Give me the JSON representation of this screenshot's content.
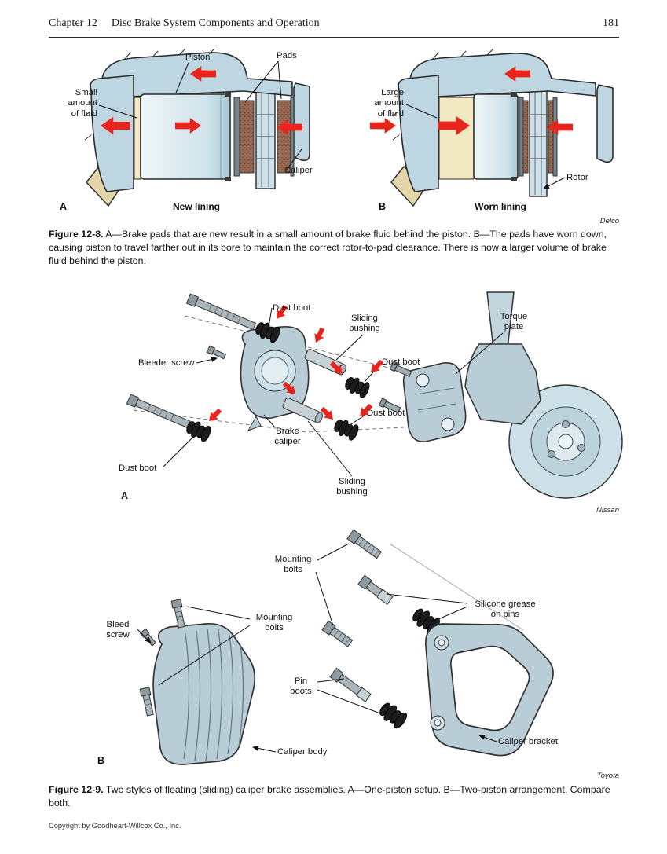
{
  "header": {
    "chapter": "Chapter 12",
    "title": "Disc Brake System Components and Operation",
    "page_number": "181"
  },
  "figure_12_8": {
    "credit": "Delco",
    "caption_label": "Figure 12-8.",
    "caption_text": " A—Brake pads that are new result in a small amount of brake fluid behind the piston. B—The pads have worn down, causing piston to travel farther out in its bore to maintain the correct rotor-to-pad clearance. There is now a larger volume of brake fluid behind the piston.",
    "panel_a": {
      "letter": "A",
      "title": "New lining",
      "labels": {
        "piston": "Piston",
        "pads": "Pads",
        "fluid": "Small\namount\nof fluid",
        "caliper": "Caliper"
      }
    },
    "panel_b": {
      "letter": "B",
      "title": "Worn lining",
      "labels": {
        "fluid": "Large\namount\nof fluid",
        "rotor": "Rotor"
      }
    }
  },
  "figure_12_9": {
    "caption_label": "Figure 12-9.",
    "caption_text": " Two styles of floating (sliding) caliper brake assemblies. A—One-piston setup. B—Two-piston arrangement. Compare both.",
    "panel_a": {
      "letter": "A",
      "credit": "Nissan",
      "labels": {
        "dust_boot_1": "Dust boot",
        "sliding_bushing_1": "Sliding\nbushing",
        "torque_plate": "Torque\nplate",
        "bleeder_screw": "Bleeder screw",
        "dust_boot_2": "Dust boot",
        "dust_boot_3": "Dust boot",
        "brake_caliper": "Brake\ncaliper",
        "dust_boot_4": "Dust boot",
        "sliding_bushing_2": "Sliding\nbushing"
      }
    },
    "panel_b": {
      "letter": "B",
      "credit": "Toyota",
      "labels": {
        "mounting_bolts_1": "Mounting\nbolts",
        "silicone_grease": "Silicone grease\non pins",
        "bleed_screw": "Bleed\nscrew",
        "mounting_bolts_2": "Mounting\nbolts",
        "pin_boots": "Pin\nboots",
        "caliper_body": "Caliper body",
        "caliper_bracket": "Caliper bracket"
      }
    }
  },
  "footer": {
    "copyright": "Copyright by Goodheart-Willcox Co., Inc."
  },
  "colors": {
    "caliper_blue": "#bdd6e1",
    "fluid_cream": "#f2e8c2",
    "pad_brown": "#9a6a52",
    "arrow_red": "#e8251d"
  }
}
